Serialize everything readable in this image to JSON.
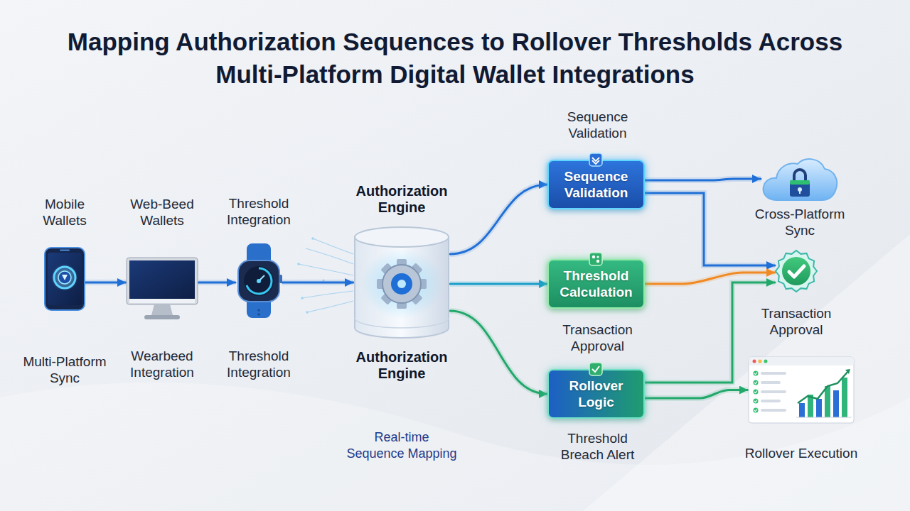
{
  "diagram": {
    "title": "Mapping Authorization Sequences to Rollover Thresholds Across Multi-Platform Digital Wallet Integrations",
    "nodes": [
      {
        "text": [
          "Mobile Wallets",
          "Multi-Platform Sync"
        ]
      },
      {
        "text": [
          "Web-Beed Wallets",
          "Wearbeed Integration"
        ]
      },
      {
        "text": [
          "Threshold Integration",
          "Threshold Integration"
        ]
      },
      {
        "text": [
          "Authorization Engine",
          "Authorization Engine"
        ]
      },
      {
        "text": [
          "Sequence Validation",
          "Sequence Validation"
        ]
      },
      {
        "text": [
          "Threshold Calculation",
          "Transaction Approval"
        ]
      },
      {
        "text": [
          "Rollover Logic",
          "Threshold Breach Alert"
        ]
      },
      {
        "text": [
          "Cross-Platform Sync"
        ]
      },
      {
        "text": [
          "Transaction Approval"
        ]
      },
      {
        "text": [
          "Rollover Execution"
        ]
      }
    ],
    "edges": [
      {
        "from": 0,
        "to": 1,
        "arrow": "to"
      },
      {
        "from": 1,
        "to": 2,
        "arrow": "to"
      },
      {
        "from": 2,
        "to": 3,
        "arrow": "to"
      },
      {
        "from": 3,
        "to": 4,
        "arrow": "to"
      },
      {
        "from": 3,
        "to": 5,
        "arrow": "to"
      },
      {
        "from": 3,
        "to": 6,
        "arrow": "to"
      },
      {
        "from": 4,
        "to": 7,
        "arrow": "to"
      },
      {
        "from": 4,
        "to": 8,
        "arrow": "to"
      },
      {
        "from": 5,
        "to": 8,
        "arrow": "to"
      },
      {
        "from": 6,
        "to": 8,
        "arrow": "to"
      },
      {
        "from": 6,
        "to": 9,
        "arrow": "to"
      }
    ],
    "labels": [
      "Real-time Sequence Mapping"
    ]
  }
}
